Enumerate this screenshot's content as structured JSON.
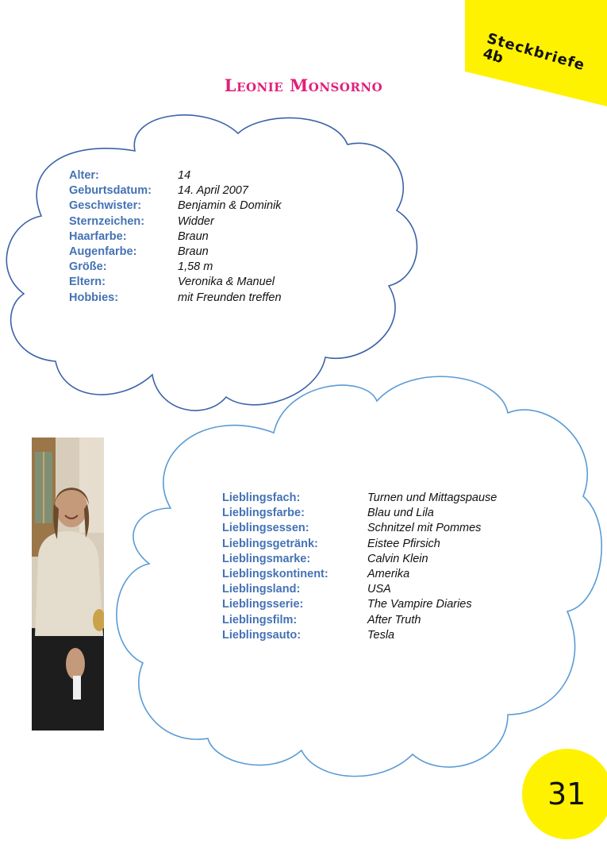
{
  "header": {
    "tag_line1": "Steckbriefe",
    "tag_line2": "4b",
    "tag_color": "#fff200"
  },
  "title": "Leonie Monsorno",
  "profile_basic": [
    {
      "label": "Alter:",
      "value": "14"
    },
    {
      "label": "Geburtsdatum:",
      "value": "14. April 2007"
    },
    {
      "label": "Geschwister:",
      "value": "Benjamin & Dominik"
    },
    {
      "label": "Sternzeichen:",
      "value": "Widder"
    },
    {
      "label": "Haarfarbe:",
      "value": "Braun"
    },
    {
      "label": "Augenfarbe:",
      "value": "Braun"
    },
    {
      "label": "Größe:",
      "value": "1,58 m"
    },
    {
      "label": "Eltern:",
      "value": "Veronika  & Manuel"
    },
    {
      "label": "Hobbies:",
      "value": "mit Freunden treffen"
    }
  ],
  "profile_favorites": [
    {
      "label": "Lieblingsfach:",
      "value": "Turnen und Mittagspause"
    },
    {
      "label": "Lieblingsfarbe:",
      "value": "Blau und Lila"
    },
    {
      "label": "Lieblingsessen:",
      "value": "Schnitzel mit Pommes"
    },
    {
      "label": "Lieblingsgetränk:",
      "value": "Eistee Pfirsich"
    },
    {
      "label": "Lieblingsmarke:",
      "value": "Calvin Klein"
    },
    {
      "label": "Lieblingskontinent:",
      "value": "Amerika"
    },
    {
      "label": "Lieblingsland:",
      "value": "USA"
    },
    {
      "label": "Lieblingsserie:",
      "value": "The Vampire Diaries"
    },
    {
      "label": "Lieblingsfilm:",
      "value": "After Truth"
    },
    {
      "label": "Lieblingsauto:",
      "value": "Tesla"
    }
  ],
  "page_number": "31",
  "colors": {
    "label": "#4472b4",
    "title": "#e0207a",
    "cloud_top": "#3b63a8",
    "cloud_bottom": "#5b9bd5",
    "accent_yellow": "#fff200"
  }
}
